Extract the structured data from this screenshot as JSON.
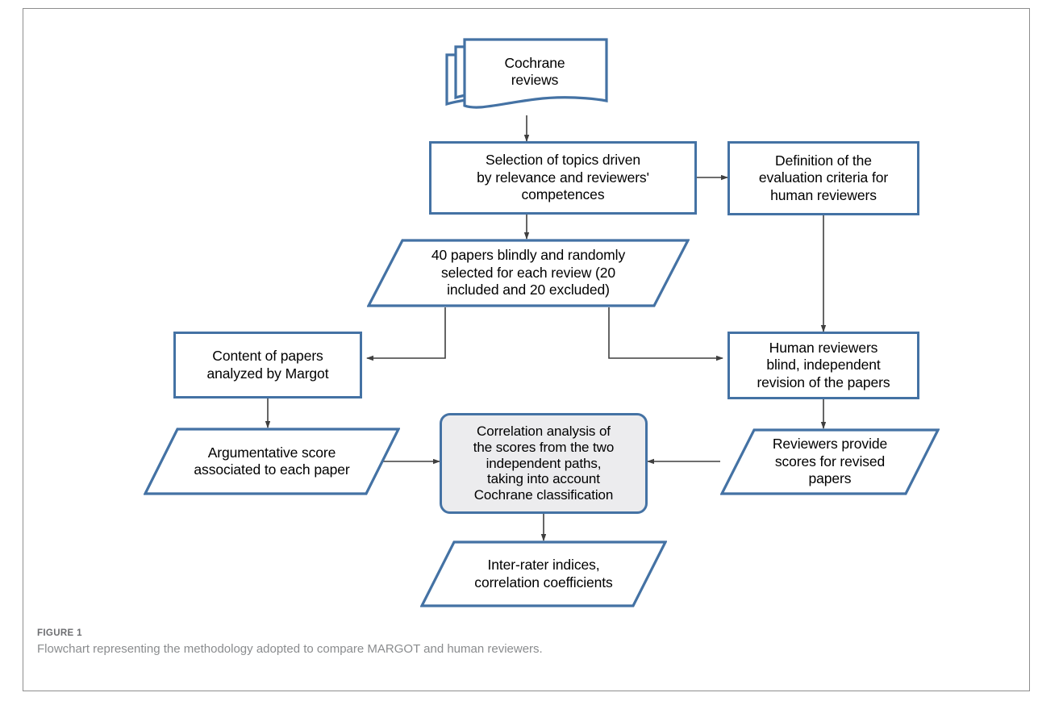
{
  "figure": {
    "number": "FIGURE 1",
    "caption": "Flowchart representing the methodology adopted to compare MARGOT and human reviewers."
  },
  "colors": {
    "node_border": "#4472a4",
    "node_fill": "#ffffff",
    "process_fill": "#ececee",
    "connector": "#3f3f3f",
    "frame_border": "#8e8e8e",
    "caption_number": "#6d6e71",
    "caption_text": "#8a8c8e"
  },
  "chart_data": {
    "type": "diagram",
    "title": "Flowchart representing the methodology adopted to compare MARGOT and human reviewers.",
    "nodes": [
      {
        "id": "cochrane-reviews",
        "shape": "multi-document",
        "label": "Cochrane\nreviews"
      },
      {
        "id": "selection-of-topics",
        "shape": "rectangle",
        "label": "Selection of topics driven\nby relevance and reviewers'\ncompetences"
      },
      {
        "id": "definition-of-criteria",
        "shape": "rectangle",
        "label": "Definition of the\nevaluation criteria for\nhuman reviewers"
      },
      {
        "id": "forty-papers",
        "shape": "parallelogram",
        "label": "40 papers blindly and randomly\nselected for each review (20\nincluded and 20 excluded)"
      },
      {
        "id": "content-analyzed-margot",
        "shape": "rectangle",
        "label": "Content of papers\nanalyzed by Margot"
      },
      {
        "id": "human-reviewers-revision",
        "shape": "rectangle",
        "label": "Human reviewers\nblind, independent\nrevision of the papers"
      },
      {
        "id": "argumentative-score",
        "shape": "parallelogram",
        "label": "Argumentative score\nassociated to each paper"
      },
      {
        "id": "correlation-analysis",
        "shape": "rounded-rectangle",
        "label": "Correlation analysis of\nthe scores from the two\nindependent paths,\ntaking into account\nCochrane classification"
      },
      {
        "id": "reviewers-provide-scores",
        "shape": "parallelogram-mirrored",
        "label": "Reviewers provide\nscores for revised\npapers"
      },
      {
        "id": "inter-rater-indices",
        "shape": "parallelogram",
        "label": "Inter-rater indices,\ncorrelation coefficients"
      }
    ],
    "edges": [
      {
        "from": "cochrane-reviews",
        "to": "selection-of-topics",
        "style": "arrow-down"
      },
      {
        "from": "selection-of-topics",
        "to": "definition-of-criteria",
        "style": "arrow-right"
      },
      {
        "from": "selection-of-topics",
        "to": "forty-papers",
        "style": "arrow-down"
      },
      {
        "from": "definition-of-criteria",
        "to": "human-reviewers-revision",
        "style": "arrow-down"
      },
      {
        "from": "forty-papers",
        "to": "content-analyzed-margot",
        "style": "elbow-left-arrow"
      },
      {
        "from": "forty-papers",
        "to": "human-reviewers-revision",
        "style": "elbow-right-arrow"
      },
      {
        "from": "content-analyzed-margot",
        "to": "argumentative-score",
        "style": "arrow-down"
      },
      {
        "from": "human-reviewers-revision",
        "to": "reviewers-provide-scores",
        "style": "arrow-down"
      },
      {
        "from": "argumentative-score",
        "to": "correlation-analysis",
        "style": "arrow-right"
      },
      {
        "from": "reviewers-provide-scores",
        "to": "correlation-analysis",
        "style": "arrow-left"
      },
      {
        "from": "correlation-analysis",
        "to": "inter-rater-indices",
        "style": "arrow-down"
      }
    ]
  }
}
